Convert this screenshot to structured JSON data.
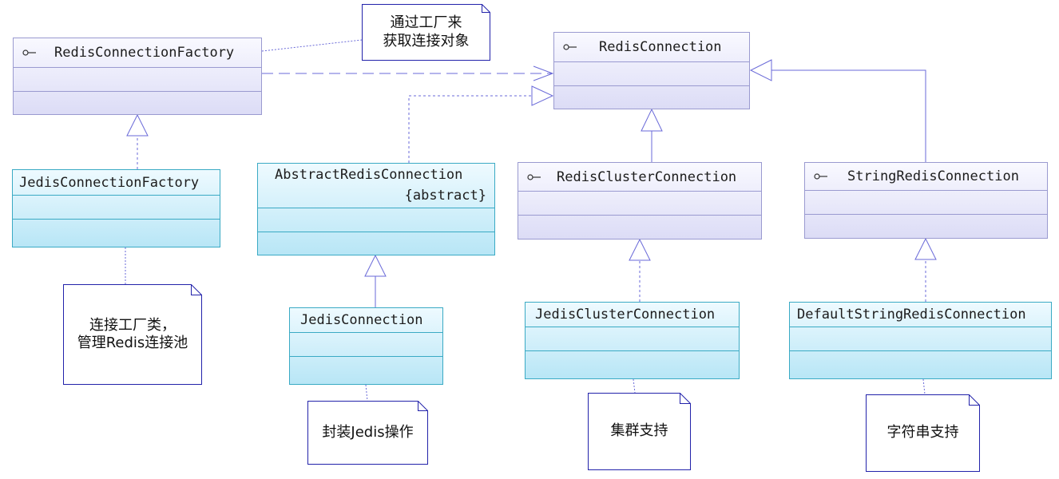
{
  "classes": {
    "redis_connection_factory": {
      "name": "RedisConnectionFactory"
    },
    "redis_connection": {
      "name": "RedisConnection"
    },
    "jedis_connection_factory": {
      "name": "JedisConnectionFactory"
    },
    "abstract_redis_connection": {
      "name": "AbstractRedisConnection",
      "stereotype": "{abstract}"
    },
    "redis_cluster_connection": {
      "name": "RedisClusterConnection"
    },
    "string_redis_connection": {
      "name": "StringRedisConnection"
    },
    "jedis_connection": {
      "name": "JedisConnection"
    },
    "jedis_cluster_connection": {
      "name": "JedisClusterConnection"
    },
    "default_string_redis_connection": {
      "name": "DefaultStringRedisConnection"
    }
  },
  "notes": {
    "factory_note": "通过工厂来\n获取连接对象",
    "pool_note": "连接工厂类，\n管理Redis连接池",
    "jedis_note": "封装Jedis操作",
    "cluster_note": "集群支持",
    "string_note": "字符串支持"
  },
  "colors": {
    "interface_fill": "#dcdcf6",
    "interface_border": "#9a9ad0",
    "implementation_fill": "#b8e6f6",
    "implementation_border": "#3aaac4",
    "relation_line": "#6a6ad8",
    "note_border": "#2222aa"
  }
}
